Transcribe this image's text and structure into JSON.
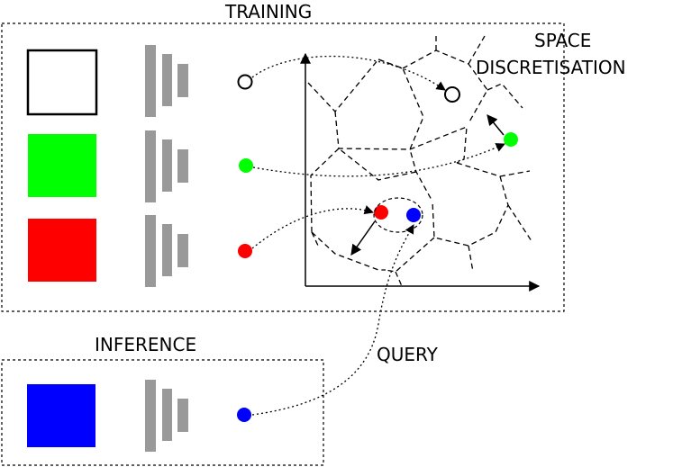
{
  "labels": {
    "training": "TRAINING",
    "space_line1": "SPACE",
    "space_line2": "DISCRETISATION",
    "inference": "INFERENCE",
    "query": "QUERY"
  },
  "colors": {
    "outline": "#000000",
    "white_square": "#ffffff",
    "green": "#00ff00",
    "red": "#ff0000",
    "blue": "#0000ff",
    "network_bars": "#999999"
  },
  "training_samples": [
    {
      "name": "white",
      "color": "#ffffff"
    },
    {
      "name": "green",
      "color": "#00ff00"
    },
    {
      "name": "red",
      "color": "#ff0000"
    }
  ],
  "inference_sample": {
    "name": "blue",
    "color": "#0000ff"
  }
}
